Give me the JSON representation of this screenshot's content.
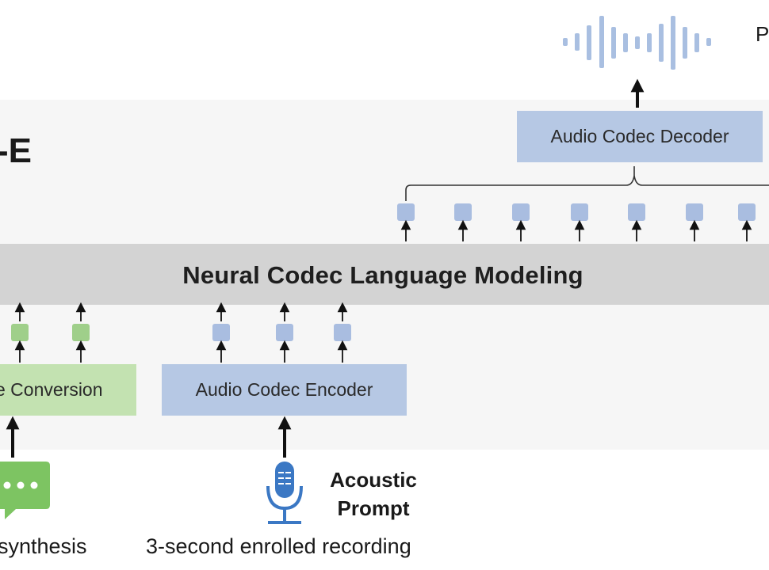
{
  "title_fragment": "-E",
  "output_label_fragment": "Pe",
  "language_model_label": "Neural Codec Language Modeling",
  "decoder_label": "Audio Codec Decoder",
  "encoder_label": "Audio Codec Encoder",
  "phoneme_label": "e Conversion",
  "acoustic_prompt_label": [
    "Acoustic",
    "Prompt"
  ],
  "caption_left": "synthesis",
  "caption_right": "3-second enrolled recording",
  "icons": [
    "waveform-icon",
    "chat-bubble-icon",
    "microphone-icon"
  ],
  "colors": {
    "panel_bg": "#f6f6f6",
    "lm_bar": "#d3d3d3",
    "codec_box": "#b6c8e4",
    "token_blue": "#a9bde0",
    "phoneme_box": "#c3e2b1",
    "token_green": "#9fcf8a",
    "waveform": "#a9bfe1",
    "chat_icon": "#7dc462",
    "mic_icon": "#3b78c4",
    "arrow": "#111111"
  }
}
